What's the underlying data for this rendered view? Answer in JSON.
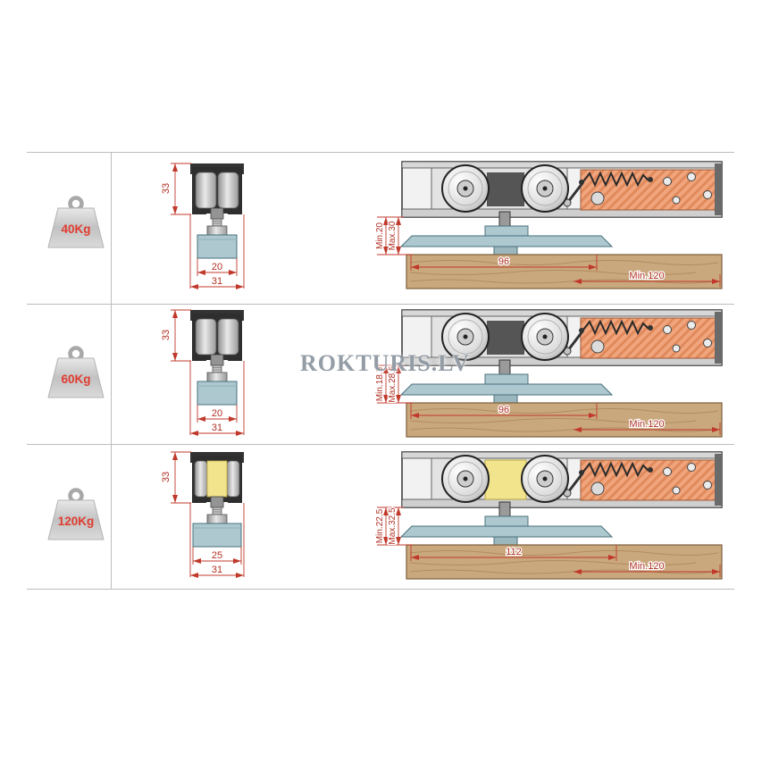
{
  "watermark": "ROKTURIS.LV",
  "colors": {
    "dimension_red": "#c0392b",
    "weight_label_red": "#e03c31",
    "mount_pad_teal": "#adc8cf",
    "door_board_wood": "#caa87e",
    "softclose_housing_salmon": "#f1a57d",
    "heavy_insert_yellow": "#f2e48c"
  },
  "rows": [
    {
      "weight": "40Kg",
      "track_height": "33",
      "pad_width": "20",
      "track_width": "31",
      "min_clearance": "Min.20",
      "max_clearance": "Max.30",
      "hole_span": "96",
      "min_length": "Min.120"
    },
    {
      "weight": "60Kg",
      "track_height": "33",
      "pad_width": "20",
      "track_width": "31",
      "min_clearance": "Min.18.5",
      "max_clearance": "Max.28.5",
      "hole_span": "96",
      "min_length": "Min.120"
    },
    {
      "weight": "120Kg",
      "track_height": "33",
      "pad_width": "25",
      "track_width": "31",
      "min_clearance": "Min.22.5",
      "max_clearance": "Max.32.5",
      "hole_span": "112",
      "min_length": "Min.120"
    }
  ]
}
